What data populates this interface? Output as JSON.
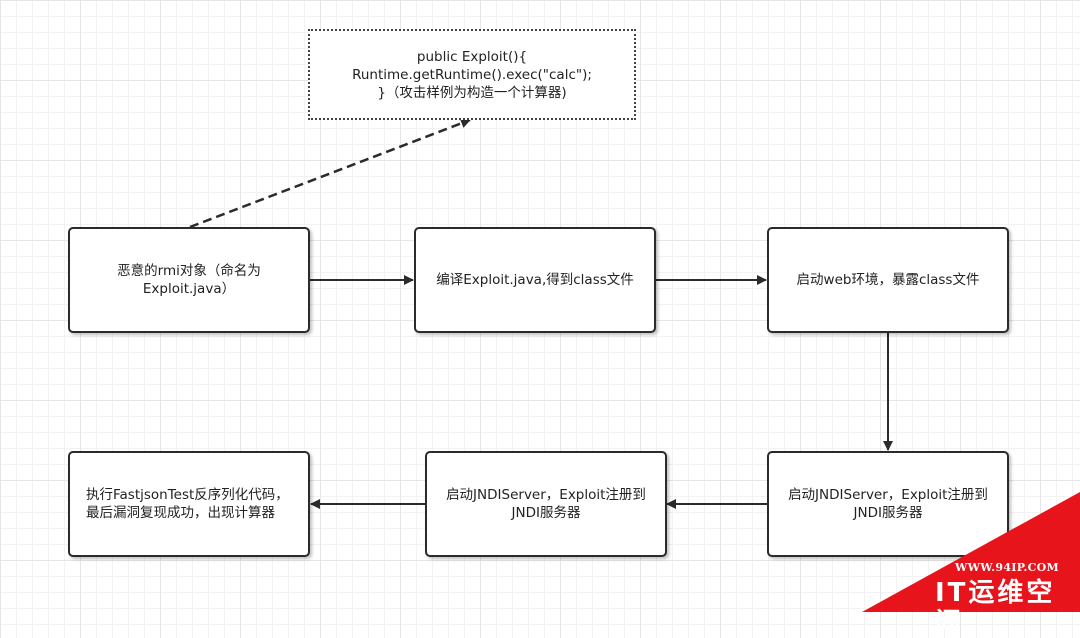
{
  "note": {
    "lines": [
      "public Exploit(){",
      "Runtime.getRuntime().exec(\"calc\");",
      "}（攻击样例为构造一个计算器)"
    ]
  },
  "nodes": {
    "rmi_object": "恶意的rmi对象（命名为Exploit.java）",
    "compile": "编译Exploit.java,得到class文件",
    "web_env": "启动web环境，暴露class文件",
    "jndi_server_right": "启动JNDIServer，Exploit注册到JNDI服务器",
    "jndi_server_mid": "启动JNDIServer，Exploit注册到JNDI服务器",
    "run_test": "执行FastjsonTest反序列化代码，最后漏洞复现成功，出现计算器"
  },
  "colors": {
    "stroke": "#2b2b2b",
    "badge": "#e8141c"
  },
  "watermark": {
    "url": "WWW.94IP.COM",
    "name": "IT运维空间"
  }
}
